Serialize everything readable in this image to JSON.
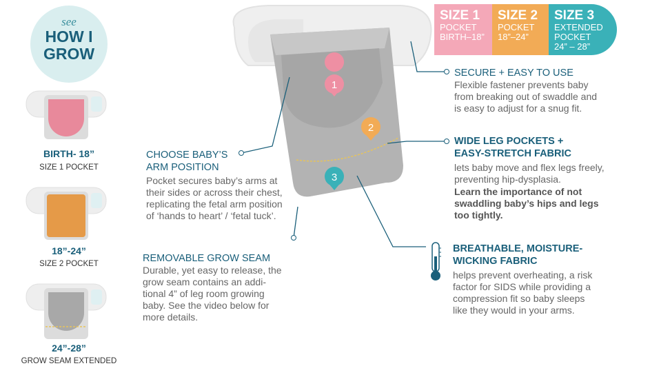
{
  "badge": {
    "see": "see",
    "line1": "HOW I",
    "line2": "GROW"
  },
  "sizes": [
    {
      "size": "SIZE 1",
      "lines": [
        "POCKET",
        "BIRTH–18”"
      ]
    },
    {
      "size": "SIZE 2",
      "lines": [
        "POCKET",
        "18”–24”"
      ]
    },
    {
      "size": "SIZE 3",
      "lines": [
        "EXTENDED",
        "POCKET",
        "24” – 28”"
      ]
    }
  ],
  "stages": [
    {
      "label": "BIRTH- 18”",
      "sub": "SIZE 1 POCKET",
      "color": "#e8899b"
    },
    {
      "label": "18”-24”",
      "sub": "SIZE 2 POCKET",
      "color": "#e59a48"
    },
    {
      "label": "24”-28”",
      "sub": "GROW SEAM EXTENDED",
      "color": "#a8a8a8"
    }
  ],
  "features": {
    "arm": {
      "title": [
        "CHOOSE BABY’S",
        "ARM POSITION"
      ],
      "body": [
        "Pocket secures baby’s arms at",
        "their sides or across their chest,",
        "replicating the fetal arm position",
        "of ‘hands to heart’ / ‘fetal tuck’."
      ]
    },
    "seam": {
      "title": [
        "REMOVABLE GROW SEAM"
      ],
      "body": [
        "Durable, yet easy to release, the",
        "grow seam contains an addi-",
        "tional 4” of leg room growing",
        "baby. See the video below for",
        "more details."
      ]
    },
    "secure": {
      "title": [
        "SECURE + EASY TO USE"
      ],
      "body": [
        "Flexible fastener prevents baby",
        "from breaking out of swaddle and",
        "is easy to adjust for a snug fit."
      ]
    },
    "leg": {
      "title": [
        "WIDE LEG POCKETS +",
        "EASY-STRETCH FABRIC"
      ],
      "body": [
        "lets baby move and flex legs freely,",
        "preventing hip-dysplasia."
      ],
      "bold": [
        "Learn the importance of not",
        "swaddling baby’s hips and legs",
        "too tightly."
      ]
    },
    "breath": {
      "title": [
        "BREATHABLE, MOISTURE-",
        "WICKING FABRIC"
      ],
      "body": [
        "helps prevent overheating, a risk",
        "factor for SIDS while providing a",
        "compression fit so baby sleeps",
        "like they would in your arms."
      ]
    }
  },
  "markers": [
    "1",
    "2",
    "3"
  ],
  "colors": {
    "teal_dark": "#1a5f7a",
    "teal": "#3ab1b8",
    "pink": "#f4a8b8",
    "orange": "#f2ab56"
  }
}
